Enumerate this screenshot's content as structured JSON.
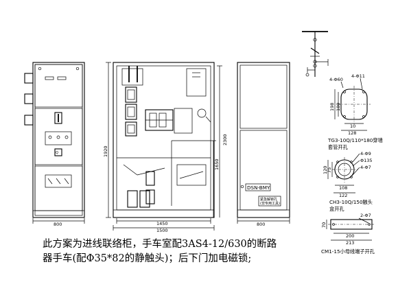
{
  "dims": {
    "front_width": "800",
    "side_height": "1920",
    "side_width_inner": "1450",
    "side_width_outer": "1500",
    "overall_height": "2300",
    "inner_height": "1650",
    "rear_width": "800",
    "tg3_w1": "128",
    "tg3_w2": "10",
    "tg3_h1": "198",
    "tg3_h2": "180",
    "tg3_hole1": "4-Φ60",
    "tg3_hole2": "4-Φ11",
    "ch3_d1": "4-Φ9",
    "ch3_d2": "Φ135",
    "ch3_d3": "4-Φ7",
    "ch3_h1": "120",
    "ch3_h2": "75",
    "ch3_w1": "108",
    "ch3_w2": "122",
    "cm_hole": "2-Φ7",
    "cm_w1": "200",
    "cm_w2": "213",
    "cm_h": "70"
  },
  "labels": {
    "nameplate": "DSN-BMY",
    "warning_line1": "紧急解锁孔",
    "warning_line2": "(非专用工具)",
    "tg3_title_line1": "TG3-10Q/110*180穿墙",
    "tg3_title_line2": "套管开孔",
    "ch3_title_line1": "CH3-10Q/150触头",
    "ch3_title_line2": "盒开孔",
    "cm_title": "CM1-15小母线端子开孔"
  },
  "caption": {
    "line1": "此方案为进线联络柜，手车室配3AS4-12/630的断路",
    "line2": "器手车(配Φ35*82的静触头)；后下门加电磁锁;"
  }
}
